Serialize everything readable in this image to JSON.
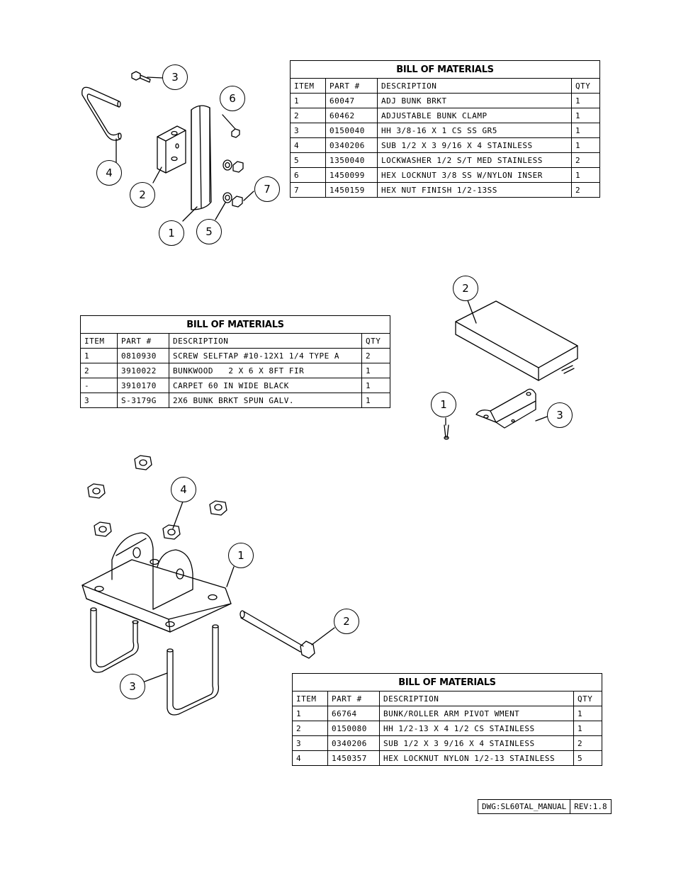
{
  "bom_title": "BILL OF MATERIALS",
  "headers": {
    "item": "ITEM",
    "part": "PART #",
    "desc": "DESCRIPTION",
    "qty": "QTY"
  },
  "bom1": [
    {
      "item": "1",
      "part": "60047",
      "desc": "ADJ BUNK BRKT",
      "qty": "1"
    },
    {
      "item": "2",
      "part": "60462",
      "desc": "ADJUSTABLE BUNK CLAMP",
      "qty": "1"
    },
    {
      "item": "3",
      "part": "0150040",
      "desc": "HH 3/8-16 X 1 CS SS GR5",
      "qty": "1"
    },
    {
      "item": "4",
      "part": "0340206",
      "desc": "SUB 1/2 X 3 9/16 X 4 STAINLESS",
      "qty": "1"
    },
    {
      "item": "5",
      "part": "1350040",
      "desc": "LOCKWASHER 1/2 S/T MED STAINLESS",
      "qty": "2"
    },
    {
      "item": "6",
      "part": "1450099",
      "desc": "HEX LOCKNUT 3/8 SS W/NYLON INSER",
      "qty": "1"
    },
    {
      "item": "7",
      "part": "1450159",
      "desc": "HEX NUT FINISH 1/2-13SS",
      "qty": "2"
    }
  ],
  "bom2": [
    {
      "item": "1",
      "part": "0810930",
      "desc": "SCREW SELFTAP #10-12X1 1/4 TYPE A",
      "qty": "2"
    },
    {
      "item": "2",
      "part": "3910022",
      "desc": "BUNKWOOD   2 X 6 X 8FT FIR",
      "qty": "1"
    },
    {
      "item": "-",
      "part": "3910170",
      "desc": "CARPET 60 IN WIDE BLACK",
      "qty": "1"
    },
    {
      "item": "3",
      "part": "S-3179G",
      "desc": "2X6 BUNK BRKT SPUN GALV.",
      "qty": "1"
    }
  ],
  "bom3": [
    {
      "item": "1",
      "part": "66764",
      "desc": "BUNK/ROLLER ARM PIVOT WMENT",
      "qty": "1"
    },
    {
      "item": "2",
      "part": "0150080",
      "desc": "HH 1/2-13 X 4 1/2 CS STAINLESS",
      "qty": "1"
    },
    {
      "item": "3",
      "part": "0340206",
      "desc": "SUB 1/2 X 3 9/16 X 4 STAINLESS",
      "qty": "2"
    },
    {
      "item": "4",
      "part": "1450357",
      "desc": "HEX LOCKNUT NYLON 1/2-13 STAINLESS",
      "qty": "5"
    }
  ],
  "balloons1": [
    "3",
    "6",
    "4",
    "2",
    "7",
    "1",
    "5"
  ],
  "balloons2": [
    "2",
    "1",
    "3"
  ],
  "balloons3": [
    "4",
    "1",
    "2",
    "3"
  ],
  "footer": {
    "dwg": "DWG:SL60TAL_MANUAL",
    "rev": "REV:1.8"
  }
}
